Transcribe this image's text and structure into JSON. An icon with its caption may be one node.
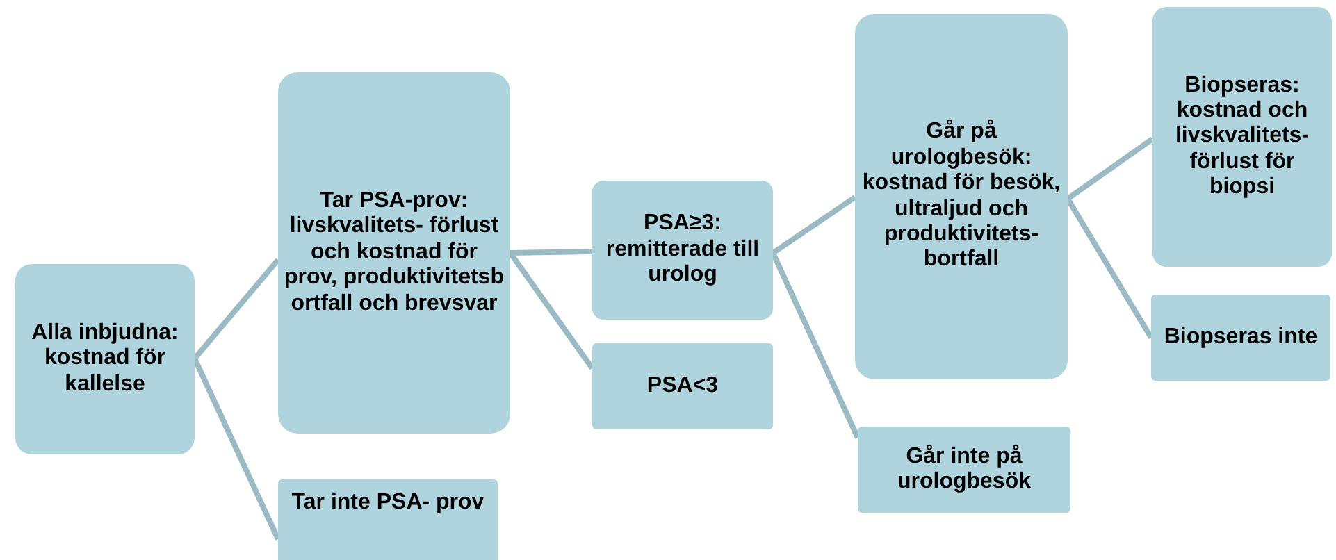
{
  "diagram": {
    "nodes": [
      {
        "text": [
          "Alla inbjudna: kostnad för kallelse"
        ]
      },
      {
        "text": [
          "Tar PSA-prov: livskvalitets- förlust och kostnad för prov, produktivitetsb ortfall och brevsvar"
        ]
      },
      {
        "text": [
          "Tar inte PSA- prov"
        ]
      },
      {
        "text": [
          "PSA≥3: remitterade till urolog"
        ]
      },
      {
        "text": [
          "PSA<3"
        ]
      },
      {
        "text": [
          "Går på urologbesök: kostnad för besök, ultraljud och produktivitets- bortfall"
        ]
      },
      {
        "text": [
          "Går inte på urologbesök"
        ]
      },
      {
        "text": [
          "Biopseras: kostnad och livskvalitets- förlust för biopsi"
        ]
      },
      {
        "text": [
          "Biopseras inte"
        ]
      }
    ],
    "edges": [
      {
        "from": 0,
        "to": 1,
        "arrow": "none"
      },
      {
        "from": 0,
        "to": 2,
        "arrow": "none"
      },
      {
        "from": 1,
        "to": 3,
        "arrow": "none"
      },
      {
        "from": 1,
        "to": 4,
        "arrow": "none"
      },
      {
        "from": 3,
        "to": 5,
        "arrow": "none"
      },
      {
        "from": 3,
        "to": 6,
        "arrow": "none"
      },
      {
        "from": 5,
        "to": 7,
        "arrow": "none"
      },
      {
        "from": 5,
        "to": 8,
        "arrow": "none"
      }
    ]
  }
}
